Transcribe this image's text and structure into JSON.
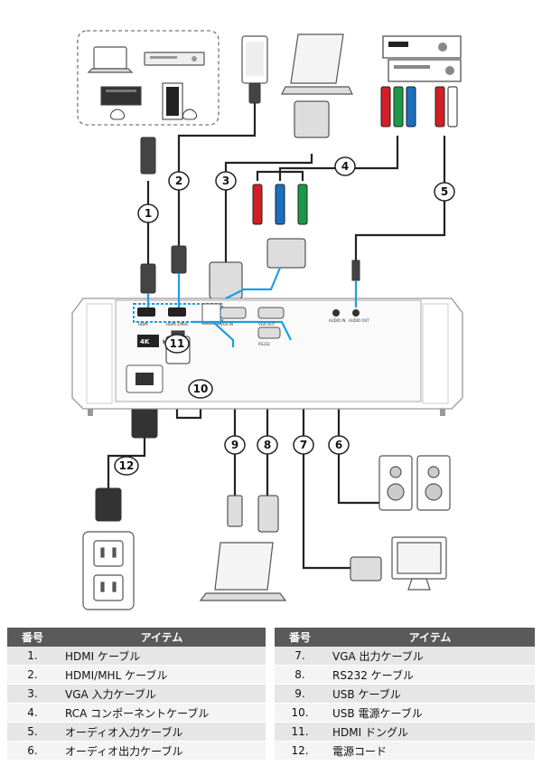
{
  "diagram": {
    "callouts": [
      "1",
      "2",
      "3",
      "4",
      "5",
      "6",
      "7",
      "8",
      "9",
      "10",
      "11",
      "12"
    ],
    "port_labels": {
      "hdmi1": "HDMI",
      "hdmi2": "HDMI 2/MHL",
      "vga_in": "VGA IN",
      "vga_out": "VGA OUT",
      "rs232": "RS232",
      "audio_in": "AUDIO IN",
      "audio_out": "AUDIO OUT",
      "logo_4k": "4K",
      "logo_hdmi": "HDMI"
    },
    "colors": {
      "cable": "#222222",
      "highlight": "#1aa0e0",
      "rca_red": "#d21f26",
      "rca_green": "#1a9a48",
      "rca_blue": "#1a6fc0",
      "device_line": "#666666"
    }
  },
  "legend": {
    "headers": {
      "number": "番号",
      "item": "アイテム"
    },
    "left_rows": [
      {
        "num": "1.",
        "item": "HDMI ケーブル"
      },
      {
        "num": "2.",
        "item": "HDMI/MHL ケーブル"
      },
      {
        "num": "3.",
        "item": "VGA 入力ケーブル"
      },
      {
        "num": "4.",
        "item": "RCA コンポーネントケーブル"
      },
      {
        "num": "5.",
        "item": "オーディオ入力ケーブル"
      },
      {
        "num": "6.",
        "item": "オーディオ出力ケーブル"
      }
    ],
    "right_rows": [
      {
        "num": "7.",
        "item": "VGA 出力ケーブル"
      },
      {
        "num": "8.",
        "item": "RS232 ケーブル"
      },
      {
        "num": "9.",
        "item": "USB ケーブル"
      },
      {
        "num": "10.",
        "item": "USB 電源ケーブル"
      },
      {
        "num": "11.",
        "item": "HDMI ドングル"
      },
      {
        "num": "12.",
        "item": "電源コード"
      }
    ]
  }
}
